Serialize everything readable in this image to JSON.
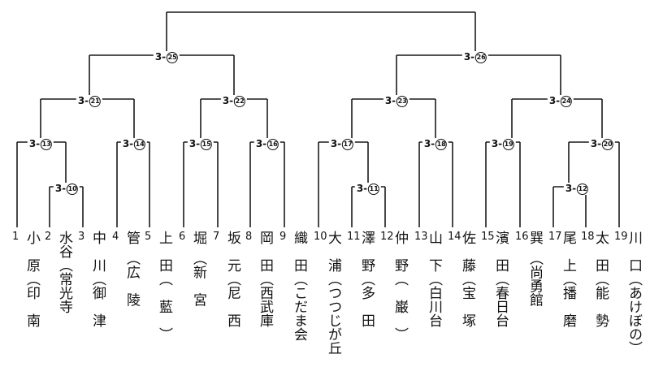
{
  "matches": [
    {
      "id": "m10",
      "label": "3-",
      "num": "10"
    },
    {
      "id": "m11",
      "label": "3-",
      "num": "11"
    },
    {
      "id": "m12",
      "label": "3-",
      "num": "12"
    },
    {
      "id": "m13",
      "label": "3-",
      "num": "13"
    },
    {
      "id": "m14",
      "label": "3-",
      "num": "14"
    },
    {
      "id": "m15",
      "label": "3-",
      "num": "15"
    },
    {
      "id": "m16",
      "label": "3-",
      "num": "16"
    },
    {
      "id": "m17",
      "label": "3-",
      "num": "17"
    },
    {
      "id": "m18",
      "label": "3-",
      "num": "18"
    },
    {
      "id": "m19",
      "label": "3-",
      "num": "19"
    },
    {
      "id": "m20",
      "label": "3-",
      "num": "20"
    },
    {
      "id": "m21",
      "label": "3-",
      "num": "21"
    },
    {
      "id": "m22",
      "label": "3-",
      "num": "22"
    },
    {
      "id": "m23",
      "label": "3-",
      "num": "23"
    },
    {
      "id": "m24",
      "label": "3-",
      "num": "24"
    },
    {
      "id": "m25",
      "label": "3-",
      "num": "25"
    },
    {
      "id": "m26",
      "label": "3-",
      "num": "26"
    }
  ],
  "players": [
    {
      "seed": "1",
      "name": "小　原（印　南"
    },
    {
      "seed": "2",
      "name": "水谷（常光寺"
    },
    {
      "seed": "3",
      "name": "中　川（御　津"
    },
    {
      "seed": "4",
      "name": "管　（広　陵"
    },
    {
      "seed": "5",
      "name": "上　田（　藍　）"
    },
    {
      "seed": "6",
      "name": "堀　（新　宮"
    },
    {
      "seed": "7",
      "name": "坂　元（尼　西"
    },
    {
      "seed": "8",
      "name": "岡　田（西武庫"
    },
    {
      "seed": "9",
      "name": "織　田（こだま会"
    },
    {
      "seed": "10",
      "name": "大　浦（つつじが丘"
    },
    {
      "seed": "11",
      "name": "澤　野（多　田"
    },
    {
      "seed": "12",
      "name": "仲　野（　巌　）"
    },
    {
      "seed": "13",
      "name": "山　下（白川台"
    },
    {
      "seed": "14",
      "name": "佐　藤（宝　塚"
    },
    {
      "seed": "15",
      "name": "濱　田（春日台"
    },
    {
      "seed": "16",
      "name": "巽　（尚勇館"
    },
    {
      "seed": "17",
      "name": "尾　上（播　磨"
    },
    {
      "seed": "18",
      "name": "太　田（能　勢"
    },
    {
      "seed": "19",
      "name": "川　口（あけぼの）"
    }
  ]
}
